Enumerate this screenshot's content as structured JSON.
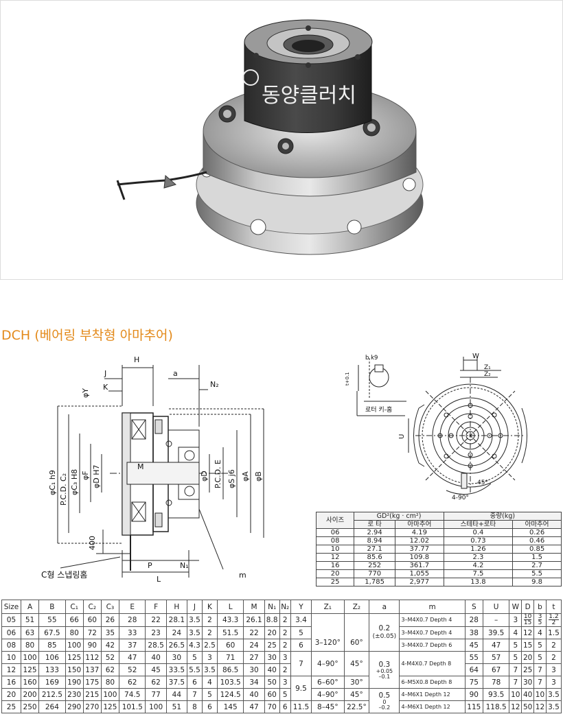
{
  "photo": {
    "brand_text": "동양클러치"
  },
  "section_title": "DCH (베어링 부착형 아마추어)",
  "diagram_left": {
    "labels": {
      "H": "H",
      "J": "J",
      "a": "a",
      "N2": "N₂",
      "Y": "φY",
      "K": "K",
      "C1": "φC₁ h9",
      "PCD_C2": "P.C.D. C₂",
      "C3": "φC₃ H8",
      "F": "φF",
      "D": "φD H7",
      "M": "M",
      "PCD_E": "P.C.D. E",
      "Dr": "φD",
      "S": "φS j6",
      "A": "φA",
      "B": "φB",
      "len400": "400",
      "P": "P",
      "N1": "N₁",
      "L": "L",
      "m": "m",
      "snap": "C형 스냅링홈"
    }
  },
  "diagram_right": {
    "labels": {
      "b": "b k9",
      "t": "t+0.1",
      "rotor_key": "로터 키-홈",
      "W": "W",
      "Z1": "Z₁",
      "Z2": "Z₂",
      "U": "U",
      "deg45": "45°",
      "deg490": "4-90°"
    }
  },
  "gd_table": {
    "header_size": "사이즈",
    "header_gd": "GD²(kg · cm²)",
    "header_weight": "중량(kg)",
    "sub": [
      "로 타",
      "아마추어",
      "스테타+로타",
      "아마추어"
    ],
    "rows": [
      [
        "06",
        "2.94",
        "4.19",
        "0.4",
        "0.26"
      ],
      [
        "08",
        "8.94",
        "12.02",
        "0.73",
        "0.46"
      ],
      [
        "10",
        "27.1",
        "37.77",
        "1.26",
        "0.85"
      ],
      [
        "12",
        "85.6",
        "109.8",
        "2.3",
        "1.5"
      ],
      [
        "16",
        "252",
        "361.7",
        "4.2",
        "2.7"
      ],
      [
        "20",
        "770",
        "1,055",
        "7.5",
        "5.5"
      ],
      [
        "25",
        "1,785",
        "2,977",
        "13.8",
        "9.8"
      ]
    ]
  },
  "spec_table": {
    "headers": [
      "Size",
      "A",
      "B",
      "C₁",
      "C₂",
      "C₃",
      "E",
      "F",
      "H",
      "J",
      "K",
      "L",
      "M",
      "N₁",
      "N₂",
      "Y",
      "Z₁",
      "Z₂",
      "a",
      "m",
      "S",
      "U",
      "W",
      "D",
      "b",
      "t"
    ],
    "rows": [
      [
        "05",
        "51",
        "55",
        "66",
        "60",
        "26",
        "28",
        "22",
        "28.1",
        "3.5",
        "2",
        "43.3",
        "26.1",
        "8.8",
        "2",
        "3.4",
        "28",
        "–",
        "3"
      ],
      [
        "06",
        "63",
        "67.5",
        "80",
        "72",
        "35",
        "33",
        "23",
        "24",
        "3.5",
        "2",
        "51.5",
        "22",
        "20",
        "2",
        "5",
        "38",
        "39.5",
        "4",
        "12",
        "4",
        "1.5"
      ],
      [
        "08",
        "80",
        "85",
        "100",
        "90",
        "42",
        "37",
        "28.5",
        "26.5",
        "4.3",
        "2.5",
        "60",
        "24",
        "25",
        "2",
        "6",
        "45",
        "47",
        "5",
        "15",
        "5",
        "2"
      ],
      [
        "10",
        "100",
        "106",
        "125",
        "112",
        "52",
        "47",
        "40",
        "30",
        "5",
        "3",
        "71",
        "27",
        "30",
        "3",
        "55",
        "57",
        "5",
        "20",
        "5",
        "2"
      ],
      [
        "12",
        "125",
        "133",
        "150",
        "137",
        "62",
        "52",
        "45",
        "33.5",
        "5.5",
        "3.5",
        "86.5",
        "30",
        "40",
        "2",
        "64",
        "67",
        "7",
        "25",
        "7",
        "3"
      ],
      [
        "16",
        "160",
        "169",
        "190",
        "175",
        "80",
        "62",
        "62",
        "37.5",
        "6",
        "4",
        "103.5",
        "34",
        "50",
        "3",
        "75",
        "78",
        "7",
        "30",
        "7",
        "3"
      ],
      [
        "20",
        "200",
        "212.5",
        "230",
        "215",
        "100",
        "74.5",
        "77",
        "44",
        "7",
        "5",
        "124.5",
        "40",
        "60",
        "5",
        "90",
        "93.5",
        "10",
        "40",
        "10",
        "3.5"
      ],
      [
        "25",
        "250",
        "264",
        "290",
        "270",
        "125",
        "101.5",
        "100",
        "51",
        "8",
        "6",
        "145",
        "47",
        "70",
        "6",
        "11.5",
        "8–45°",
        "22.5°",
        "115",
        "118.5",
        "12",
        "50",
        "12",
        "3.5"
      ]
    ],
    "merged": {
      "Y_10_12": "7",
      "Y_16_20": "9.5",
      "Z1_06_08": "3–120°",
      "Z1_10_12": "4–90°",
      "Z1_16": "6–60°",
      "Z1_20": "4–90°",
      "Z2_06_08": "60°",
      "Z2_10_12": "45°",
      "Z2_16": "30°",
      "Z2_20": "45°",
      "a_05_08_val": "0.2",
      "a_05_08_tol": "(±0.05)",
      "a_10_16_val": "0.3",
      "a_10_16_tol_top": "+0.05",
      "a_10_16_tol_bot": "–0.1",
      "a_20_25_val": "0.5",
      "a_20_25_tol_top": "0",
      "a_20_25_tol_bot": "–0.2",
      "m_05": "3–M4X0.7 Depth 4",
      "m_06": "3–M4X0.7 Depth 4",
      "m_08": "3–M4X0.7 Depth 6",
      "m_10_12": "4-M4X0.7 Depth 8",
      "m_16": "6–M5X0.8 Depth 8",
      "m_20": "4–M6X1 Depth 12",
      "m_25": "4–M6X1 Depth 12",
      "D_05_top": "10",
      "D_05_bot": "15",
      "b_05_top": "3",
      "b_05_bot": "5",
      "t_05_top": "1.2",
      "t_05_bot": "2"
    }
  }
}
